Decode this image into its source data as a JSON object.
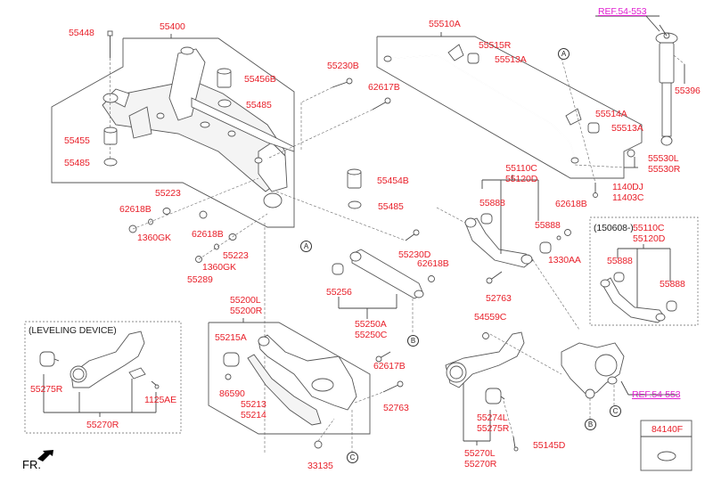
{
  "diagram": {
    "title": "Rear suspension crossmember & arms",
    "orientation_label": "FR.",
    "groups": {
      "crossmember": {
        "group_label": "55400",
        "parts": [
          "55448",
          "55455",
          "55485",
          "55456B",
          "55485",
          "55454B",
          "55485"
        ]
      },
      "stabilizer": {
        "group_label": "55510A",
        "parts": [
          "55515R",
          "55513A",
          "55514A",
          "55513A",
          "55530L",
          "55530R",
          "1140DJ",
          "11403C"
        ]
      },
      "upper_arm": {
        "group_label": [
          "55110C",
          "55120D"
        ],
        "parts": [
          "55888",
          "55888",
          "62618B",
          "1330AA",
          "52763"
        ]
      },
      "upper_arm_late": {
        "variant_note": "(150608-)",
        "group_label": [
          "55110C",
          "55120D"
        ],
        "parts": [
          "55888",
          "55888"
        ]
      },
      "assist_arm": {
        "group_label": [
          "55250A",
          "55250C"
        ],
        "parts": [
          "55256",
          "55230D",
          "62618B"
        ]
      },
      "lower_arm": {
        "group_label": [
          "55200L",
          "55200R"
        ],
        "parts": [
          "55215A",
          "86590",
          "55213",
          "55214",
          "62617B",
          "52763",
          "33135"
        ]
      },
      "trailing_arm": {
        "group_label": [
          "55270L",
          "55270R"
        ],
        "parts": [
          "54559C",
          "55274L",
          "55275R",
          "55145D"
        ]
      },
      "leveling_device": {
        "title": "(LEVELING DEVICE)",
        "group_label": "55270R",
        "parts": [
          "55275R",
          "1125AE"
        ]
      },
      "plug": {
        "part": "84140F"
      }
    },
    "labels": {
      "l55448": "55448",
      "l55400": "55400",
      "l55456B": "55456B",
      "l55485a": "55485",
      "l55455": "55455",
      "l55485b": "55485",
      "l55230B": "55230B",
      "l62617Ba": "62617B",
      "l55454B": "55454B",
      "l55485c": "55485",
      "l55510A": "55510A",
      "l55515R": "55515R",
      "l55513Aa": "55513A",
      "l55514A": "55514A",
      "l55513Ab": "55513A",
      "l55530L": "55530L",
      "l55530R": "55530R",
      "l1140DJ": "1140DJ",
      "l11403C": "11403C",
      "l55396": "55396",
      "refTop": "REF.54-553",
      "l55223a": "55223",
      "l62618Ba": "62618B",
      "l1360GKa": "1360GK",
      "l62618Bb": "62618B",
      "l55223b": "55223",
      "l1360GKb": "1360GK",
      "l55289": "55289",
      "l55110Ca": "55110C",
      "l55120Da": "55120D",
      "l55888a": "55888",
      "l55888b": "55888",
      "l62618Bc": "62618B",
      "l1330AA": "1330AA",
      "l52763a": "52763",
      "l55230D": "55230D",
      "l62618Bd": "62618B",
      "l55256": "55256",
      "l55250A": "55250A",
      "l55250C": "55250C",
      "variant": "(150608-)",
      "l55110Cb": "55110C",
      "l55120Db": "55120D",
      "l55888c": "55888",
      "l55888d": "55888",
      "leveling": "(LEVELING DEVICE)",
      "l55275Ra": "55275R",
      "l1125AE": "1125AE",
      "l55270Ra": "55270R",
      "l55200L": "55200L",
      "l55200R": "55200R",
      "l55215A": "55215A",
      "l86590": "86590",
      "l55213": "55213",
      "l55214": "55214",
      "l62617Bb": "62617B",
      "l52763b": "52763",
      "l33135": "33135",
      "l54559C": "54559C",
      "l55274L": "55274L",
      "l55275Rb": "55275R",
      "l55145D": "55145D",
      "l55270L": "55270L",
      "l55270Rb": "55270R",
      "refBottom": "REF.54-553",
      "l84140F": "84140F"
    },
    "connectors": {
      "A1": "A",
      "A2": "A",
      "B1": "B",
      "B2": "B",
      "C1": "C",
      "C2": "C"
    },
    "colors": {
      "part_label": "#e8202a",
      "reference_label": "#e020d0",
      "line": "#444444"
    }
  }
}
